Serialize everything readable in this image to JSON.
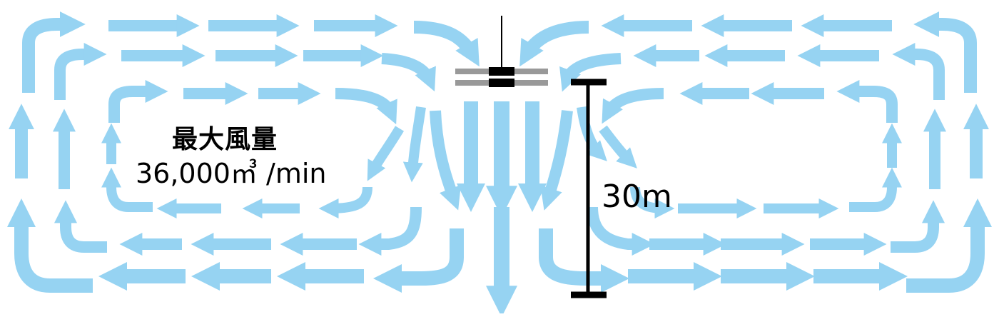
{
  "labels": {
    "title": "最大風量",
    "airflow": "36,000㎥ /min",
    "height": "30m"
  },
  "colors": {
    "arrow": "#96d3f2",
    "fan_blade": "#999999",
    "hub": "#000000",
    "ruler": "#000000"
  },
  "icons": {
    "fan": "ceiling-fan-icon",
    "flow": "arrow-icon",
    "height_measure": "height-ruler-icon"
  }
}
